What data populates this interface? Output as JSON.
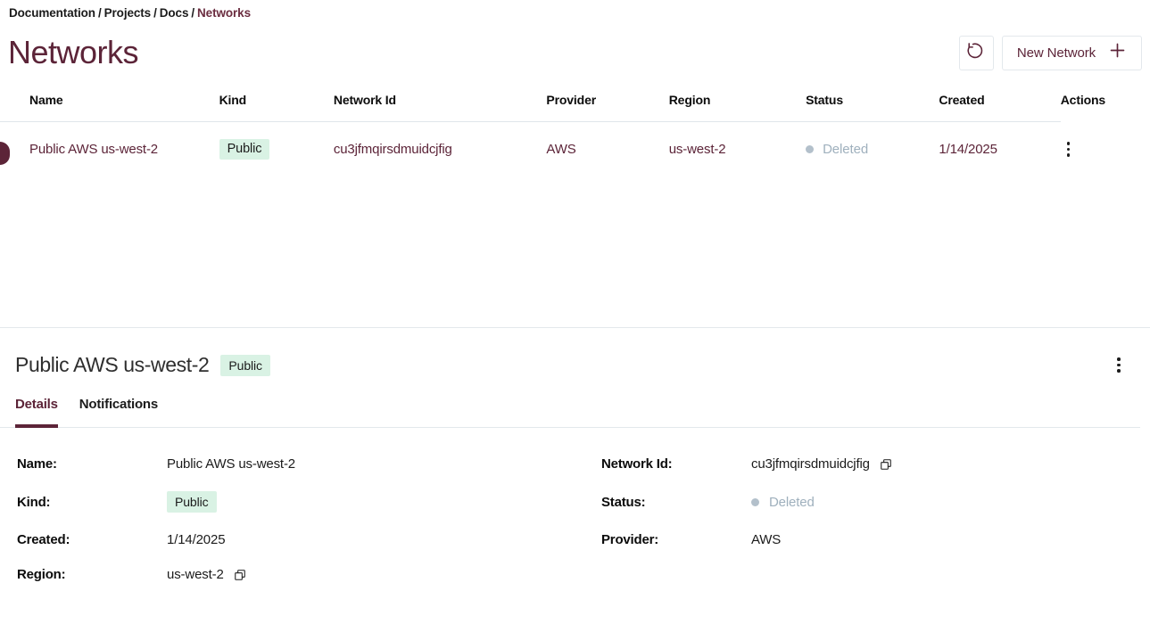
{
  "breadcrumb": {
    "items": [
      {
        "label": "Documentation",
        "current": false
      },
      {
        "label": "Projects",
        "current": false
      },
      {
        "label": "Docs",
        "current": false
      },
      {
        "label": "Networks",
        "current": true
      }
    ],
    "separator": "/"
  },
  "header": {
    "title": "Networks",
    "refresh_icon": "refresh-ccw-icon",
    "new_network_label": "New Network",
    "plus_icon": "plus-icon"
  },
  "table": {
    "columns": [
      "Name",
      "Kind",
      "Network Id",
      "Provider",
      "Region",
      "Status",
      "Created",
      "Actions"
    ],
    "rows": [
      {
        "name": "Public AWS us-west-2",
        "kind": "Public",
        "network_id": "cu3jfmqirsdmuidcjfig",
        "provider": "AWS",
        "region": "us-west-2",
        "status": "Deleted",
        "created": "1/14/2025",
        "actions_icon": "kebab-menu-icon",
        "selected": true
      }
    ]
  },
  "detail": {
    "title": "Public AWS us-west-2",
    "badge": "Public",
    "menu_icon": "kebab-menu-icon",
    "resize_handle": "resize-handle-icon",
    "tabs": [
      {
        "label": "Details",
        "active": true
      },
      {
        "label": "Notifications",
        "active": false
      }
    ],
    "fields_left": [
      {
        "label": "Name:",
        "value": "Public AWS us-west-2",
        "type": "text"
      },
      {
        "label": "Kind:",
        "value": "Public",
        "type": "badge"
      },
      {
        "label": "Created:",
        "value": "1/14/2025",
        "type": "text"
      },
      {
        "label": "Region:",
        "value": "us-west-2",
        "type": "copyable"
      }
    ],
    "fields_right": [
      {
        "label": "Network Id:",
        "value": "cu3jfmqirsdmuidcjfig",
        "type": "copyable"
      },
      {
        "label": "Status:",
        "value": "Deleted",
        "type": "status"
      },
      {
        "label": "Provider:",
        "value": "AWS",
        "type": "text"
      }
    ],
    "copy_icon": "copy-icon"
  },
  "colors": {
    "accent": "#5c2438",
    "badge_bg": "#d9f2e4",
    "status_muted": "#9fb0bd",
    "border": "#e3e8ec"
  }
}
